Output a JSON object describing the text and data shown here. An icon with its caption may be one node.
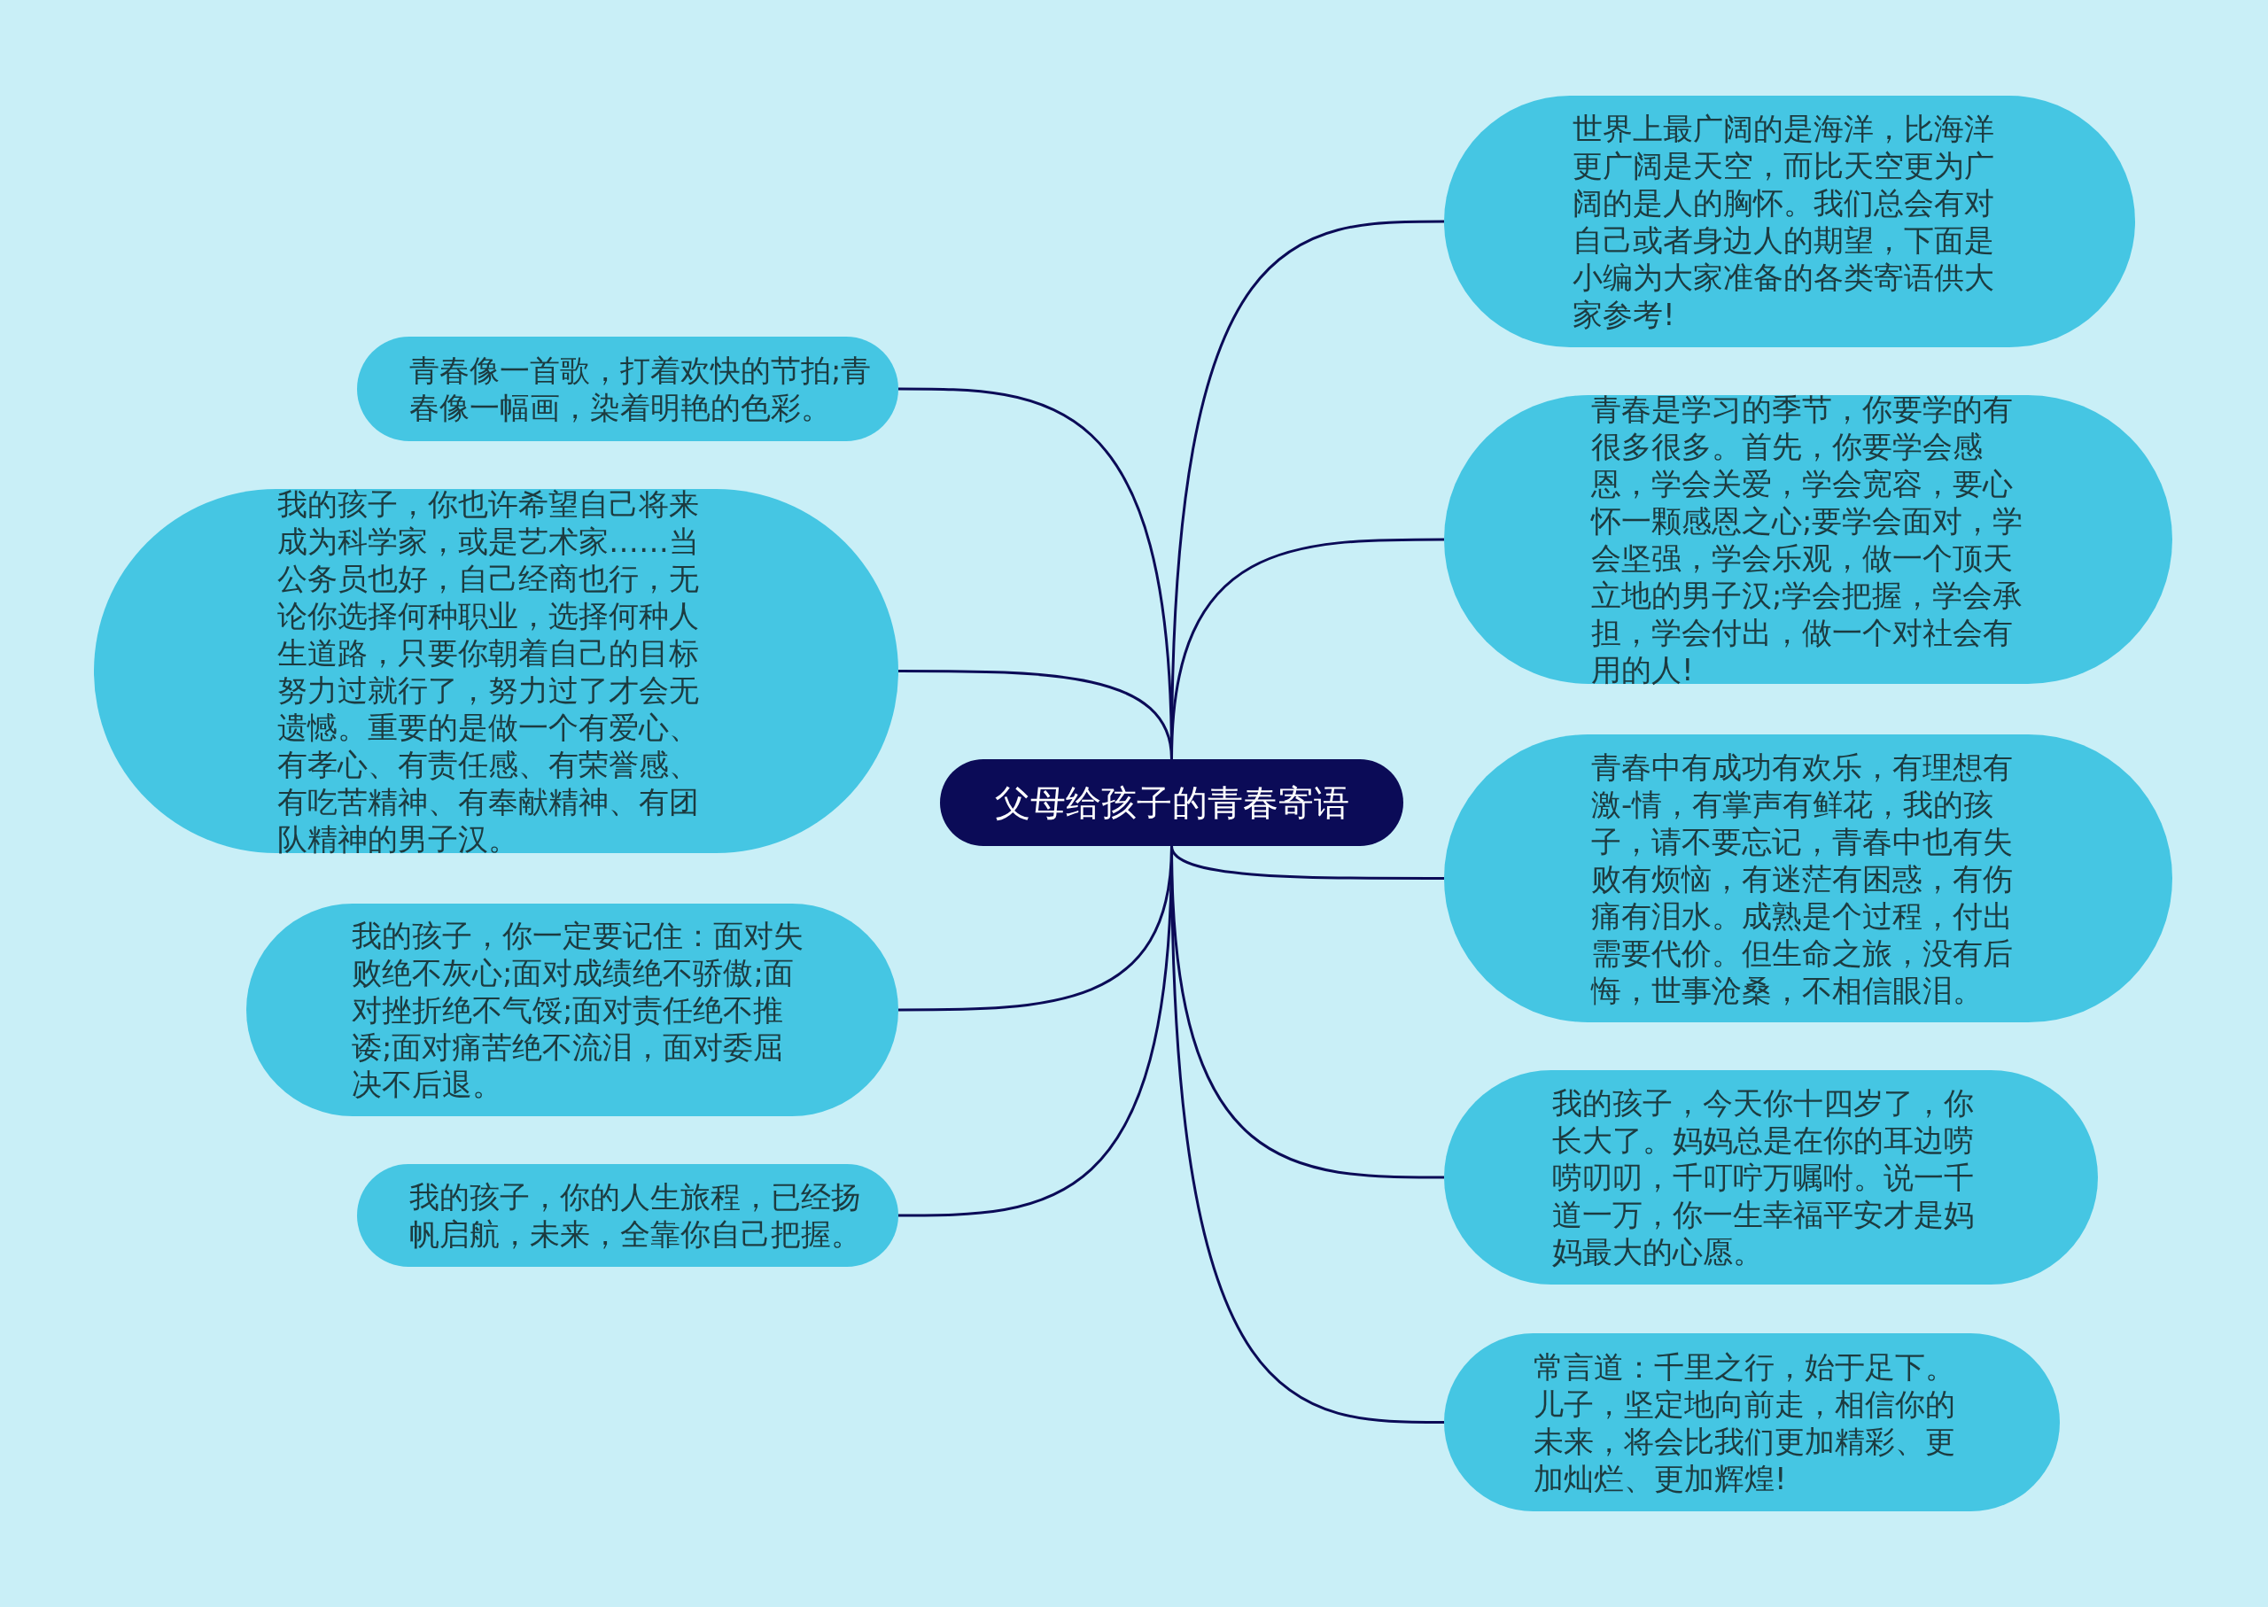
{
  "diagram": {
    "nodes": [
      {
        "text": [
          "父母给孩子的青春寄语"
        ]
      },
      {
        "text": [
          "世界上最广阔的是海洋，比海洋更广阔是天空，而比天空更为广阔的是人的胸怀。我们总会有对自己或者身边人的期望，下面是小编为大家准备的各类寄语供大家参考!"
        ]
      },
      {
        "text": [
          "青春是学习的季节，你要学的有很多很多。首先，你要学会感恩，学会关爱，学会宽容，要心怀一颗感恩之心;要学会面对，学会坚强，学会乐观，做一个顶天立地的男子汉;学会把握，学会承担，学会付出，做一个对社会有用的人!"
        ]
      },
      {
        "text": [
          "青春中有成功有欢乐，有理想有激-情，有掌声有鲜花，我的孩子，请不要忘记，青春中也有失败有烦恼，有迷茫有困惑，有伤痛有泪水。成熟是个过程，付出需要代价。但生命之旅，没有后悔，世事沧桑，不相信眼泪。"
        ]
      },
      {
        "text": [
          "我的孩子，今天你十四岁了，你长大了。妈妈总是在你的耳边唠唠叨叨，千叮咛万嘱咐。说一千道一万，你一生幸福平安才是妈妈最大的心愿。"
        ]
      },
      {
        "text": [
          "常言道：千里之行，始于足下。儿子，坚定地向前走，相信你的未来，将会比我们更加精彩、更加灿烂、更加辉煌!"
        ]
      },
      {
        "text": [
          "青春像一首歌，打着欢快的节拍;青春像一幅画，染着明艳的色彩。"
        ]
      },
      {
        "text": [
          "我的孩子，你也许希望自己将来成为科学家，或是艺术家……当公务员也好，自己经商也行，无论你选择何种职业，选择何种人生道路，只要你朝着自己的目标努力过就行了，努力过了才会无遗憾。重要的是做一个有爱心、有孝心、有责任感、有荣誉感、有吃苦精神、有奉献精神、有团队精神的男子汉。"
        ]
      },
      {
        "text": [
          "我的孩子，你一定要记住：面对失败绝不灰心;面对成绩绝不骄傲;面对挫折绝不气馁;面对责任绝不推诿;面对痛苦绝不流泪，面对委屈决不后退。"
        ]
      },
      {
        "text": [
          "我的孩子，你的人生旅程，已经扬帆启航，未来，全靠你自己把握。"
        ]
      }
    ],
    "edges": [
      {
        "from": 0,
        "to": 1,
        "arrow": "none"
      },
      {
        "from": 0,
        "to": 2,
        "arrow": "none"
      },
      {
        "from": 0,
        "to": 3,
        "arrow": "none"
      },
      {
        "from": 0,
        "to": 4,
        "arrow": "none"
      },
      {
        "from": 0,
        "to": 5,
        "arrow": "none"
      },
      {
        "from": 0,
        "to": 6,
        "arrow": "none"
      },
      {
        "from": 0,
        "to": 7,
        "arrow": "none"
      },
      {
        "from": 0,
        "to": 8,
        "arrow": "none"
      },
      {
        "from": 0,
        "to": 9,
        "arrow": "none"
      }
    ]
  }
}
